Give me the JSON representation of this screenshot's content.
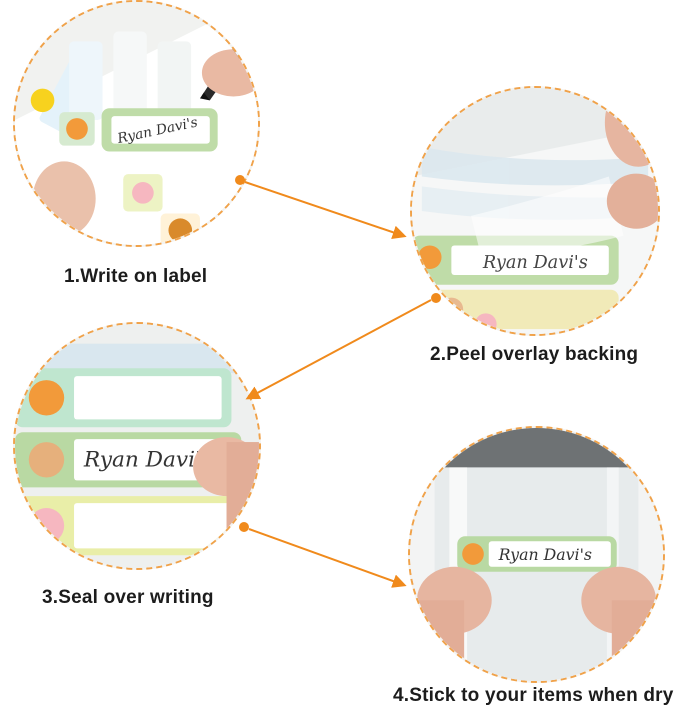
{
  "steps": [
    {
      "label": "1.Write on label"
    },
    {
      "label": "2.Peel overlay backing"
    },
    {
      "label": "3.Seal over writing"
    },
    {
      "label": "4.Stick to your items when dry"
    }
  ],
  "label_text": "Ryan Davi's",
  "colors": {
    "accent": "#f08a1c",
    "label_green": "#b9d9a3",
    "label_yellow": "#e9eea8",
    "label_mint": "#bfe6cf"
  }
}
